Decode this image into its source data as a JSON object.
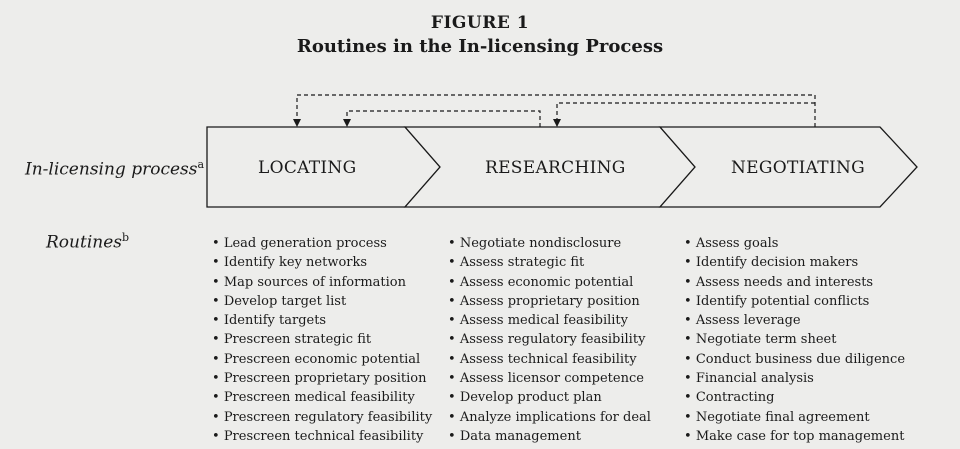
{
  "figure": {
    "number": "FIGURE 1",
    "title": "Routines in the In-licensing Process"
  },
  "process": {
    "label": "In-licensing process",
    "label_sup": "a",
    "stages": [
      "LOCATING",
      "RESEARCHING",
      "NEGOTIATING"
    ]
  },
  "routines": {
    "label": "Routines",
    "label_sup": "b",
    "locating": [
      "Lead generation process",
      "Identify key networks",
      "Map sources of information",
      "Develop target list",
      "Identify targets",
      "Prescreen strategic fit",
      "Prescreen economic potential",
      "Prescreen proprietary position",
      "Prescreen medical feasibility",
      "Prescreen regulatory feasibility",
      "Prescreen technical feasibility"
    ],
    "researching": [
      "Negotiate nondisclosure",
      "Assess strategic fit",
      "Assess economic potential",
      "Assess proprietary position",
      "Assess medical feasibility",
      "Assess regulatory feasibility",
      "Assess technical feasibility",
      "Assess licensor competence",
      "Develop product plan",
      "Analyze implications for deal",
      "Data management"
    ],
    "negotiating": [
      "Assess goals",
      "Identify decision makers",
      "Assess needs and interests",
      "Identify potential conflicts",
      "Assess leverage",
      "Negotiate term sheet",
      "Conduct business due diligence",
      "Financial analysis",
      "Contracting",
      "Negotiate final agreement",
      "Make case for top management"
    ]
  }
}
